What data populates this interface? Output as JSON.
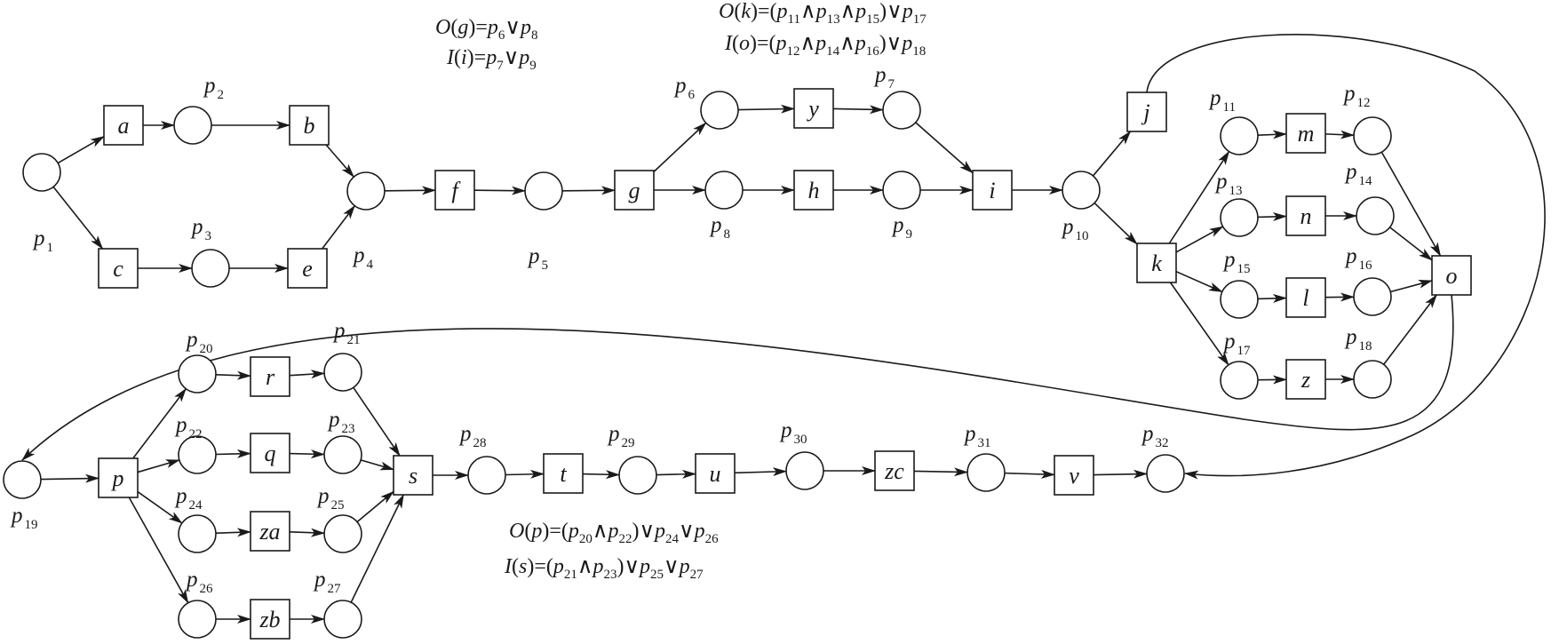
{
  "places": [
    {
      "id": "p1",
      "name": "p",
      "sub": "1"
    },
    {
      "id": "p2",
      "name": "p",
      "sub": "2"
    },
    {
      "id": "p3",
      "name": "p",
      "sub": "3"
    },
    {
      "id": "p4",
      "name": "p",
      "sub": "4"
    },
    {
      "id": "p5",
      "name": "p",
      "sub": "5"
    },
    {
      "id": "p6",
      "name": "p",
      "sub": "6"
    },
    {
      "id": "p7",
      "name": "p",
      "sub": "7"
    },
    {
      "id": "p8",
      "name": "p",
      "sub": "8"
    },
    {
      "id": "p9",
      "name": "p",
      "sub": "9"
    },
    {
      "id": "p10",
      "name": "p",
      "sub": "10"
    },
    {
      "id": "p11",
      "name": "p",
      "sub": "11"
    },
    {
      "id": "p12",
      "name": "p",
      "sub": "12"
    },
    {
      "id": "p13",
      "name": "p",
      "sub": "13"
    },
    {
      "id": "p14",
      "name": "p",
      "sub": "14"
    },
    {
      "id": "p15",
      "name": "p",
      "sub": "15"
    },
    {
      "id": "p16",
      "name": "p",
      "sub": "16"
    },
    {
      "id": "p17",
      "name": "p",
      "sub": "17"
    },
    {
      "id": "p18",
      "name": "p",
      "sub": "18"
    },
    {
      "id": "p19",
      "name": "p",
      "sub": "19"
    },
    {
      "id": "p20",
      "name": "p",
      "sub": "20"
    },
    {
      "id": "p21",
      "name": "p",
      "sub": "21"
    },
    {
      "id": "p22",
      "name": "p",
      "sub": "22"
    },
    {
      "id": "p23",
      "name": "p",
      "sub": "23"
    },
    {
      "id": "p24",
      "name": "p",
      "sub": "24"
    },
    {
      "id": "p25",
      "name": "p",
      "sub": "25"
    },
    {
      "id": "p26",
      "name": "p",
      "sub": "26"
    },
    {
      "id": "p27",
      "name": "p",
      "sub": "27"
    },
    {
      "id": "p28",
      "name": "p",
      "sub": "28"
    },
    {
      "id": "p29",
      "name": "p",
      "sub": "29"
    },
    {
      "id": "p30",
      "name": "p",
      "sub": "30"
    },
    {
      "id": "p31",
      "name": "p",
      "sub": "31"
    },
    {
      "id": "p32",
      "name": "p",
      "sub": "32"
    }
  ],
  "transitions": [
    {
      "id": "a",
      "label": "a"
    },
    {
      "id": "b",
      "label": "b"
    },
    {
      "id": "c",
      "label": "c"
    },
    {
      "id": "e",
      "label": "e"
    },
    {
      "id": "f",
      "label": "f"
    },
    {
      "id": "g",
      "label": "g"
    },
    {
      "id": "y",
      "label": "y"
    },
    {
      "id": "h",
      "label": "h"
    },
    {
      "id": "i",
      "label": "i"
    },
    {
      "id": "j",
      "label": "j"
    },
    {
      "id": "k",
      "label": "k"
    },
    {
      "id": "m",
      "label": "m"
    },
    {
      "id": "n",
      "label": "n"
    },
    {
      "id": "l",
      "label": "l"
    },
    {
      "id": "z",
      "label": "z"
    },
    {
      "id": "o",
      "label": "o"
    },
    {
      "id": "p",
      "label": "p"
    },
    {
      "id": "r",
      "label": "r"
    },
    {
      "id": "q",
      "label": "q"
    },
    {
      "id": "za",
      "label": "za"
    },
    {
      "id": "zb",
      "label": "zb"
    },
    {
      "id": "s",
      "label": "s"
    },
    {
      "id": "t",
      "label": "t"
    },
    {
      "id": "u",
      "label": "u"
    },
    {
      "id": "zc",
      "label": "zc"
    },
    {
      "id": "v",
      "label": "v"
    }
  ],
  "arcs": [
    [
      "p1",
      "a"
    ],
    [
      "p1",
      "c"
    ],
    [
      "a",
      "p2"
    ],
    [
      "p2",
      "b"
    ],
    [
      "c",
      "p3"
    ],
    [
      "p3",
      "e"
    ],
    [
      "b",
      "p4"
    ],
    [
      "e",
      "p4"
    ],
    [
      "p4",
      "f"
    ],
    [
      "f",
      "p5"
    ],
    [
      "p5",
      "g"
    ],
    [
      "g",
      "p6"
    ],
    [
      "g",
      "p8"
    ],
    [
      "p6",
      "y"
    ],
    [
      "y",
      "p7"
    ],
    [
      "p8",
      "h"
    ],
    [
      "h",
      "p9"
    ],
    [
      "p7",
      "i"
    ],
    [
      "p9",
      "i"
    ],
    [
      "i",
      "p10"
    ],
    [
      "p10",
      "j"
    ],
    [
      "p10",
      "k"
    ],
    [
      "k",
      "p11"
    ],
    [
      "k",
      "p13"
    ],
    [
      "k",
      "p15"
    ],
    [
      "k",
      "p17"
    ],
    [
      "p11",
      "m"
    ],
    [
      "m",
      "p12"
    ],
    [
      "p13",
      "n"
    ],
    [
      "n",
      "p14"
    ],
    [
      "p15",
      "l"
    ],
    [
      "l",
      "p16"
    ],
    [
      "p17",
      "z"
    ],
    [
      "z",
      "p18"
    ],
    [
      "p12",
      "o"
    ],
    [
      "p14",
      "o"
    ],
    [
      "p16",
      "o"
    ],
    [
      "p18",
      "o"
    ],
    [
      "p19",
      "p"
    ],
    [
      "p",
      "p20"
    ],
    [
      "p",
      "p22"
    ],
    [
      "p",
      "p24"
    ],
    [
      "p",
      "p26"
    ],
    [
      "p20",
      "r"
    ],
    [
      "r",
      "p21"
    ],
    [
      "p22",
      "q"
    ],
    [
      "q",
      "p23"
    ],
    [
      "p24",
      "za"
    ],
    [
      "za",
      "p25"
    ],
    [
      "p26",
      "zb"
    ],
    [
      "zb",
      "p27"
    ],
    [
      "p21",
      "s"
    ],
    [
      "p23",
      "s"
    ],
    [
      "p25",
      "s"
    ],
    [
      "p27",
      "s"
    ],
    [
      "s",
      "p28"
    ],
    [
      "p28",
      "t"
    ],
    [
      "t",
      "p29"
    ],
    [
      "p29",
      "u"
    ],
    [
      "u",
      "p30"
    ],
    [
      "p30",
      "zc"
    ],
    [
      "zc",
      "p31"
    ],
    [
      "p31",
      "v"
    ],
    [
      "v",
      "p32"
    ]
  ],
  "curved_arcs": [
    {
      "id": "o-to-p19",
      "from": "o",
      "to": "p19"
    },
    {
      "id": "j-to-p32",
      "from": "j",
      "to": "p32"
    }
  ],
  "formulas": {
    "og": [
      {
        "t": "O",
        "i": true
      },
      {
        "t": "("
      },
      {
        "t": "g",
        "i": true
      },
      {
        "t": ")="
      },
      {
        "t": "p",
        "i": true
      },
      {
        "t": "6",
        "sub": true
      },
      {
        "t": "∨"
      },
      {
        "t": "p",
        "i": true
      },
      {
        "t": "8",
        "sub": true
      }
    ],
    "ii": [
      {
        "t": "I",
        "i": true
      },
      {
        "t": "("
      },
      {
        "t": "i",
        "i": true
      },
      {
        "t": ")="
      },
      {
        "t": "p",
        "i": true
      },
      {
        "t": "7",
        "sub": true
      },
      {
        "t": "∨"
      },
      {
        "t": "p",
        "i": true
      },
      {
        "t": "9",
        "sub": true
      }
    ],
    "ok": [
      {
        "t": "O",
        "i": true
      },
      {
        "t": "("
      },
      {
        "t": "k",
        "i": true
      },
      {
        "t": ")=("
      },
      {
        "t": "p",
        "i": true
      },
      {
        "t": "11",
        "sub": true
      },
      {
        "t": "∧"
      },
      {
        "t": "p",
        "i": true
      },
      {
        "t": "13",
        "sub": true
      },
      {
        "t": "∧"
      },
      {
        "t": "p",
        "i": true
      },
      {
        "t": "15",
        "sub": true
      },
      {
        "t": ")∨"
      },
      {
        "t": "p",
        "i": true
      },
      {
        "t": "17",
        "sub": true
      }
    ],
    "io": [
      {
        "t": "I",
        "i": true
      },
      {
        "t": "("
      },
      {
        "t": "o",
        "i": true
      },
      {
        "t": ")=("
      },
      {
        "t": "p",
        "i": true
      },
      {
        "t": "12",
        "sub": true
      },
      {
        "t": "∧"
      },
      {
        "t": "p",
        "i": true
      },
      {
        "t": "14",
        "sub": true
      },
      {
        "t": "∧"
      },
      {
        "t": "p",
        "i": true
      },
      {
        "t": "16",
        "sub": true
      },
      {
        "t": ")∨"
      },
      {
        "t": "p",
        "i": true
      },
      {
        "t": "18",
        "sub": true
      }
    ],
    "op": [
      {
        "t": "O",
        "i": true
      },
      {
        "t": "("
      },
      {
        "t": "p",
        "i": true
      },
      {
        "t": ")=("
      },
      {
        "t": "p",
        "i": true
      },
      {
        "t": "20",
        "sub": true
      },
      {
        "t": "∧"
      },
      {
        "t": "p",
        "i": true
      },
      {
        "t": "22",
        "sub": true
      },
      {
        "t": ")∨"
      },
      {
        "t": "p",
        "i": true
      },
      {
        "t": "24",
        "sub": true
      },
      {
        "t": "∨"
      },
      {
        "t": "p",
        "i": true
      },
      {
        "t": "26",
        "sub": true
      }
    ],
    "is": [
      {
        "t": "I",
        "i": true
      },
      {
        "t": "("
      },
      {
        "t": "s",
        "i": true
      },
      {
        "t": ")=("
      },
      {
        "t": "p",
        "i": true
      },
      {
        "t": "21",
        "sub": true
      },
      {
        "t": "∧"
      },
      {
        "t": "p",
        "i": true
      },
      {
        "t": "23",
        "sub": true
      },
      {
        "t": ")∨"
      },
      {
        "t": "p",
        "i": true
      },
      {
        "t": "25",
        "sub": true
      },
      {
        "t": "∨"
      },
      {
        "t": "p",
        "i": true
      },
      {
        "t": "27",
        "sub": true
      }
    ]
  }
}
